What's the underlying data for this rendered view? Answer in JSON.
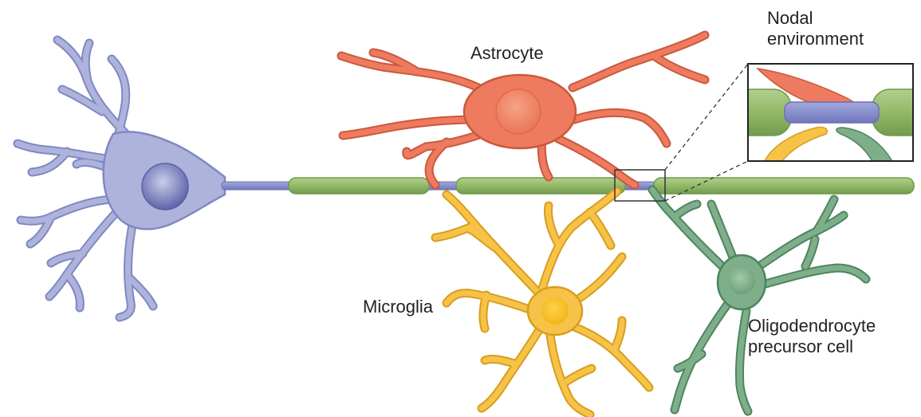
{
  "labels": {
    "astrocyte": "Astrocyte",
    "microglia": "Microglia",
    "opc_line1": "Oligodendrocyte",
    "opc_line2": "precursor cell",
    "nodal_line1": "Nodal",
    "nodal_line2": "environment"
  },
  "colors": {
    "neuron": "#aeb3dc",
    "neuron_outline": "#8088c2",
    "axon_node": "#8a90cc",
    "myelin": "#93b868",
    "myelin_outline": "#6f9a4a",
    "astrocyte": "#ee7b5f",
    "astrocyte_outline": "#c9593c",
    "microglia": "#f6c348",
    "microglia_outline": "#d79e1d",
    "opc": "#7fae8a",
    "opc_outline": "#4d8560"
  }
}
